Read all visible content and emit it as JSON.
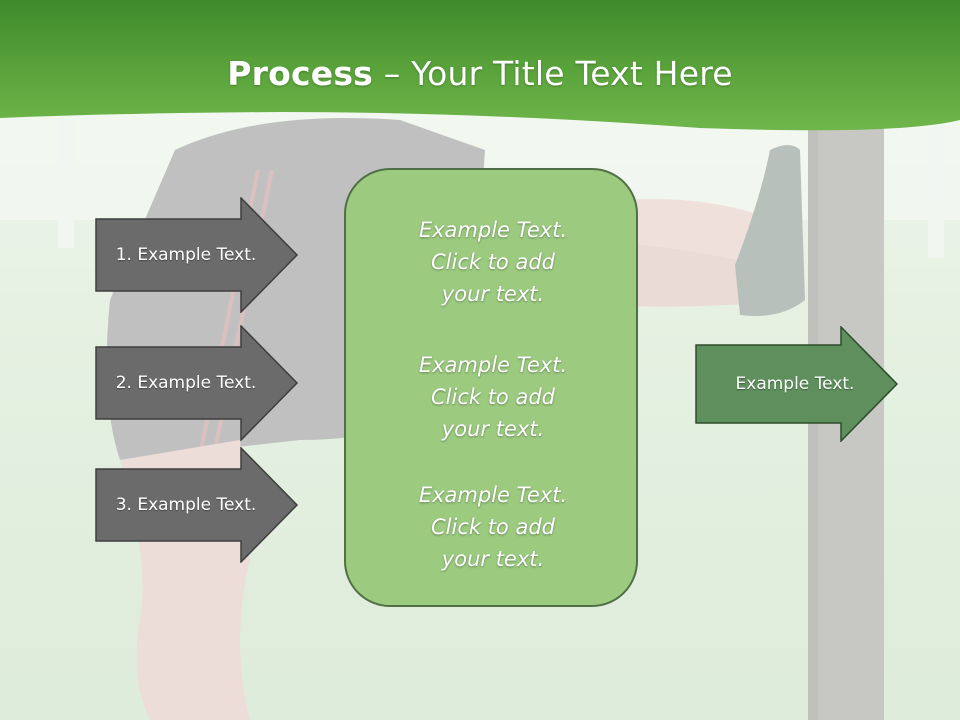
{
  "slide": {
    "title_bold": "Process",
    "title_rest": " – Your Title Text Here"
  },
  "colors": {
    "header_green": "#5fa73e",
    "arrow_gray": "#6b6b6b",
    "box_green": "#9ccb80",
    "out_arrow_green": "#5e8f5c"
  },
  "left_steps": [
    {
      "label": "1. Example Text."
    },
    {
      "label": "2. Example Text."
    },
    {
      "label": "3. Example Text."
    }
  ],
  "center_box": {
    "items": [
      {
        "text": "Example Text.\nClick  to add\nyour text."
      },
      {
        "text": "Example Text.\nClick  to add\nyour text."
      },
      {
        "text": "Example Text.\nClick  to add\nyour text."
      }
    ]
  },
  "output": {
    "label": "Example Text."
  }
}
